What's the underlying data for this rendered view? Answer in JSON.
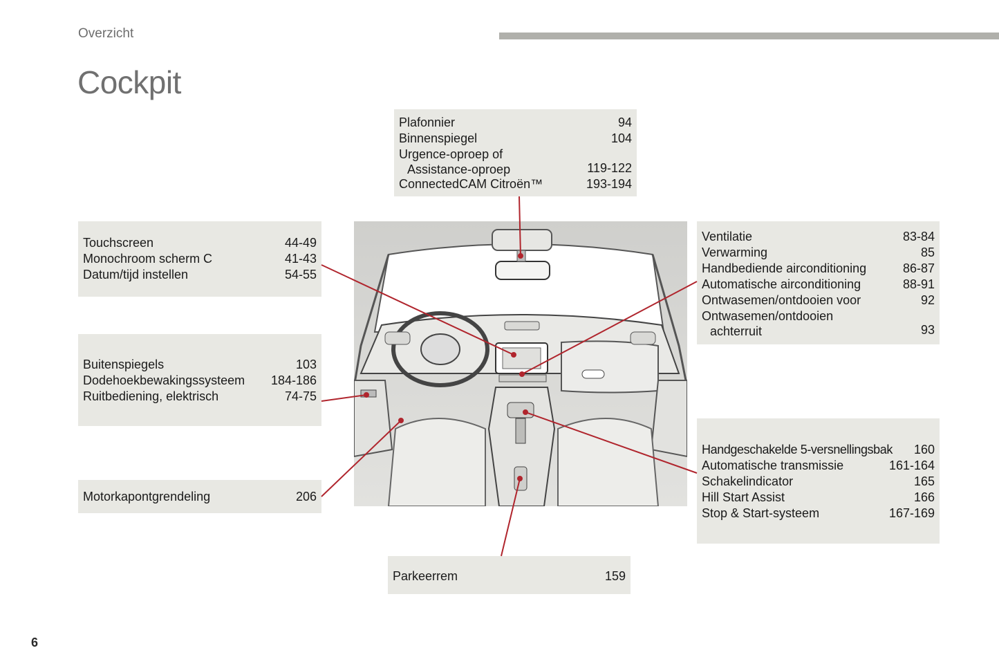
{
  "header": {
    "section": "Overzicht",
    "title": "Cockpit"
  },
  "page_number": "6",
  "callouts": {
    "top": [
      {
        "label": "Plafonnier",
        "page": "94"
      },
      {
        "label": "Binnenspiegel",
        "page": "104"
      },
      {
        "label": "Urgence-oproep of",
        "cont": "Assistance-oproep",
        "page": "119-122"
      },
      {
        "label": "ConnectedCAM Citroën™",
        "page": "193-194"
      }
    ],
    "left1": [
      {
        "label": "Touchscreen",
        "page": "44-49"
      },
      {
        "label": "Monochroom scherm C",
        "page": "41-43"
      },
      {
        "label": "Datum/tijd instellen",
        "page": "54-55"
      }
    ],
    "left2": [
      {
        "label": "Buitenspiegels",
        "page": "103"
      },
      {
        "label": "Dodehoekbewakingssysteem",
        "page": "184-186"
      },
      {
        "label": "Ruitbediening, elektrisch",
        "page": "74-75"
      }
    ],
    "left3": [
      {
        "label": "Motorkapontgrendeling",
        "page": "206"
      }
    ],
    "right1": [
      {
        "label": "Ventilatie",
        "page": "83-84"
      },
      {
        "label": "Verwarming",
        "page": "85"
      },
      {
        "label": "Handbediende airconditioning",
        "page": "86-87"
      },
      {
        "label": "Automatische airconditioning",
        "page": "88-91"
      },
      {
        "label": "Ontwasemen/ontdooien voor",
        "page": "92"
      },
      {
        "label": "Ontwasemen/ontdooien",
        "cont": "achterruit",
        "page": "93"
      }
    ],
    "right2": [
      {
        "label": "Handgeschakelde 5-versnellingsbak",
        "page": "160"
      },
      {
        "label": "Automatische transmissie",
        "page": "161-164"
      },
      {
        "label": "Schakelindicator",
        "page": "165"
      },
      {
        "label": "Hill Start Assist",
        "page": "166"
      },
      {
        "label": "Stop & Start-systeem",
        "page": "167-169"
      }
    ],
    "bottom": [
      {
        "label": "Parkeerrem",
        "page": "159"
      }
    ]
  },
  "colors": {
    "leader": "#b0252d",
    "box": "#e8e8e3",
    "rule": "#b0b0ab",
    "title": "#707070"
  }
}
